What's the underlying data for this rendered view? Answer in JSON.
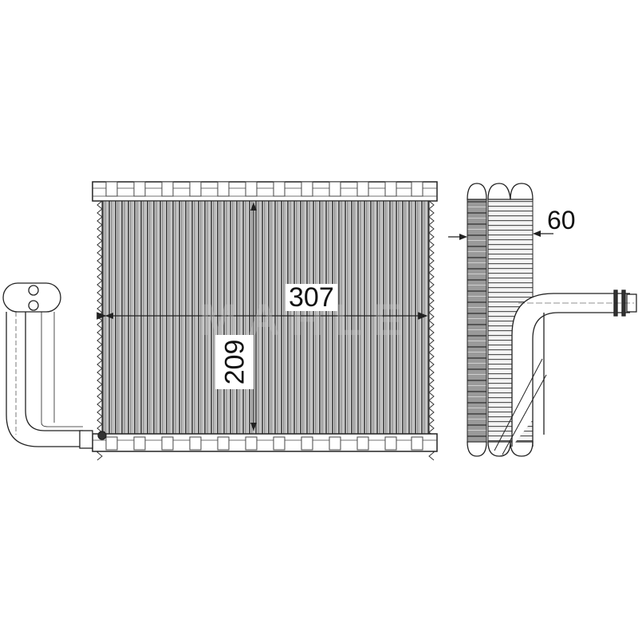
{
  "drawing": {
    "subject": "Evaporator technical drawing",
    "watermark": "MAHLE",
    "views": [
      {
        "name": "front-view",
        "description": "Core with header tanks and inlet/outlet pipe"
      },
      {
        "name": "side-view",
        "description": "Depth profile with bent pipe connector"
      }
    ],
    "dimensions": {
      "width": "307",
      "height": "209",
      "depth": "60"
    },
    "colors": {
      "line": "#222222",
      "fin_dark": "#6e6e6e",
      "fin_light": "#c8c8c8",
      "background": "#ffffff"
    }
  }
}
